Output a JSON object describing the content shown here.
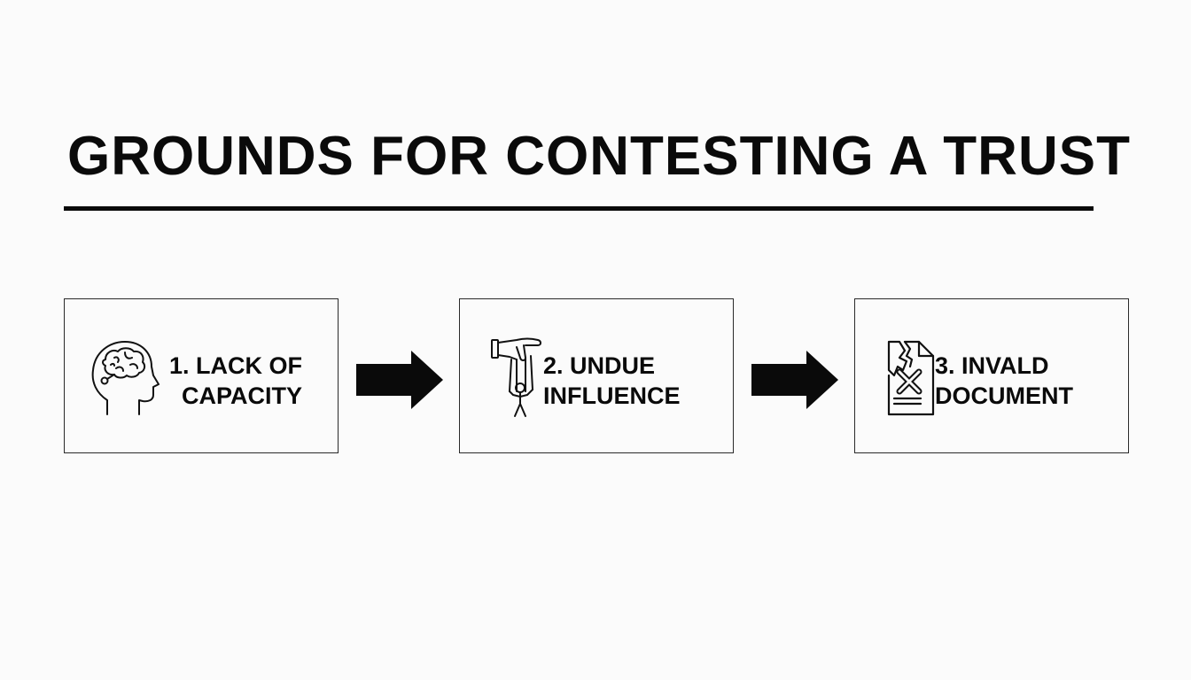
{
  "title": "GROUNDS FOR CONTESTING A TRUST",
  "steps": [
    {
      "line1": "1. LACK OF",
      "line2": "CAPACITY",
      "icon": "brain-head-icon"
    },
    {
      "line1": "2. UNDUE",
      "line2": "INFLUENCE",
      "icon": "puppet-hand-icon"
    },
    {
      "line1": "3. INVALD",
      "line2": "DOCUMENT",
      "icon": "torn-document-icon"
    }
  ],
  "colors": {
    "background": "#fbfbfb",
    "ink": "#0a0a0a",
    "border": "#2a2a2a"
  }
}
